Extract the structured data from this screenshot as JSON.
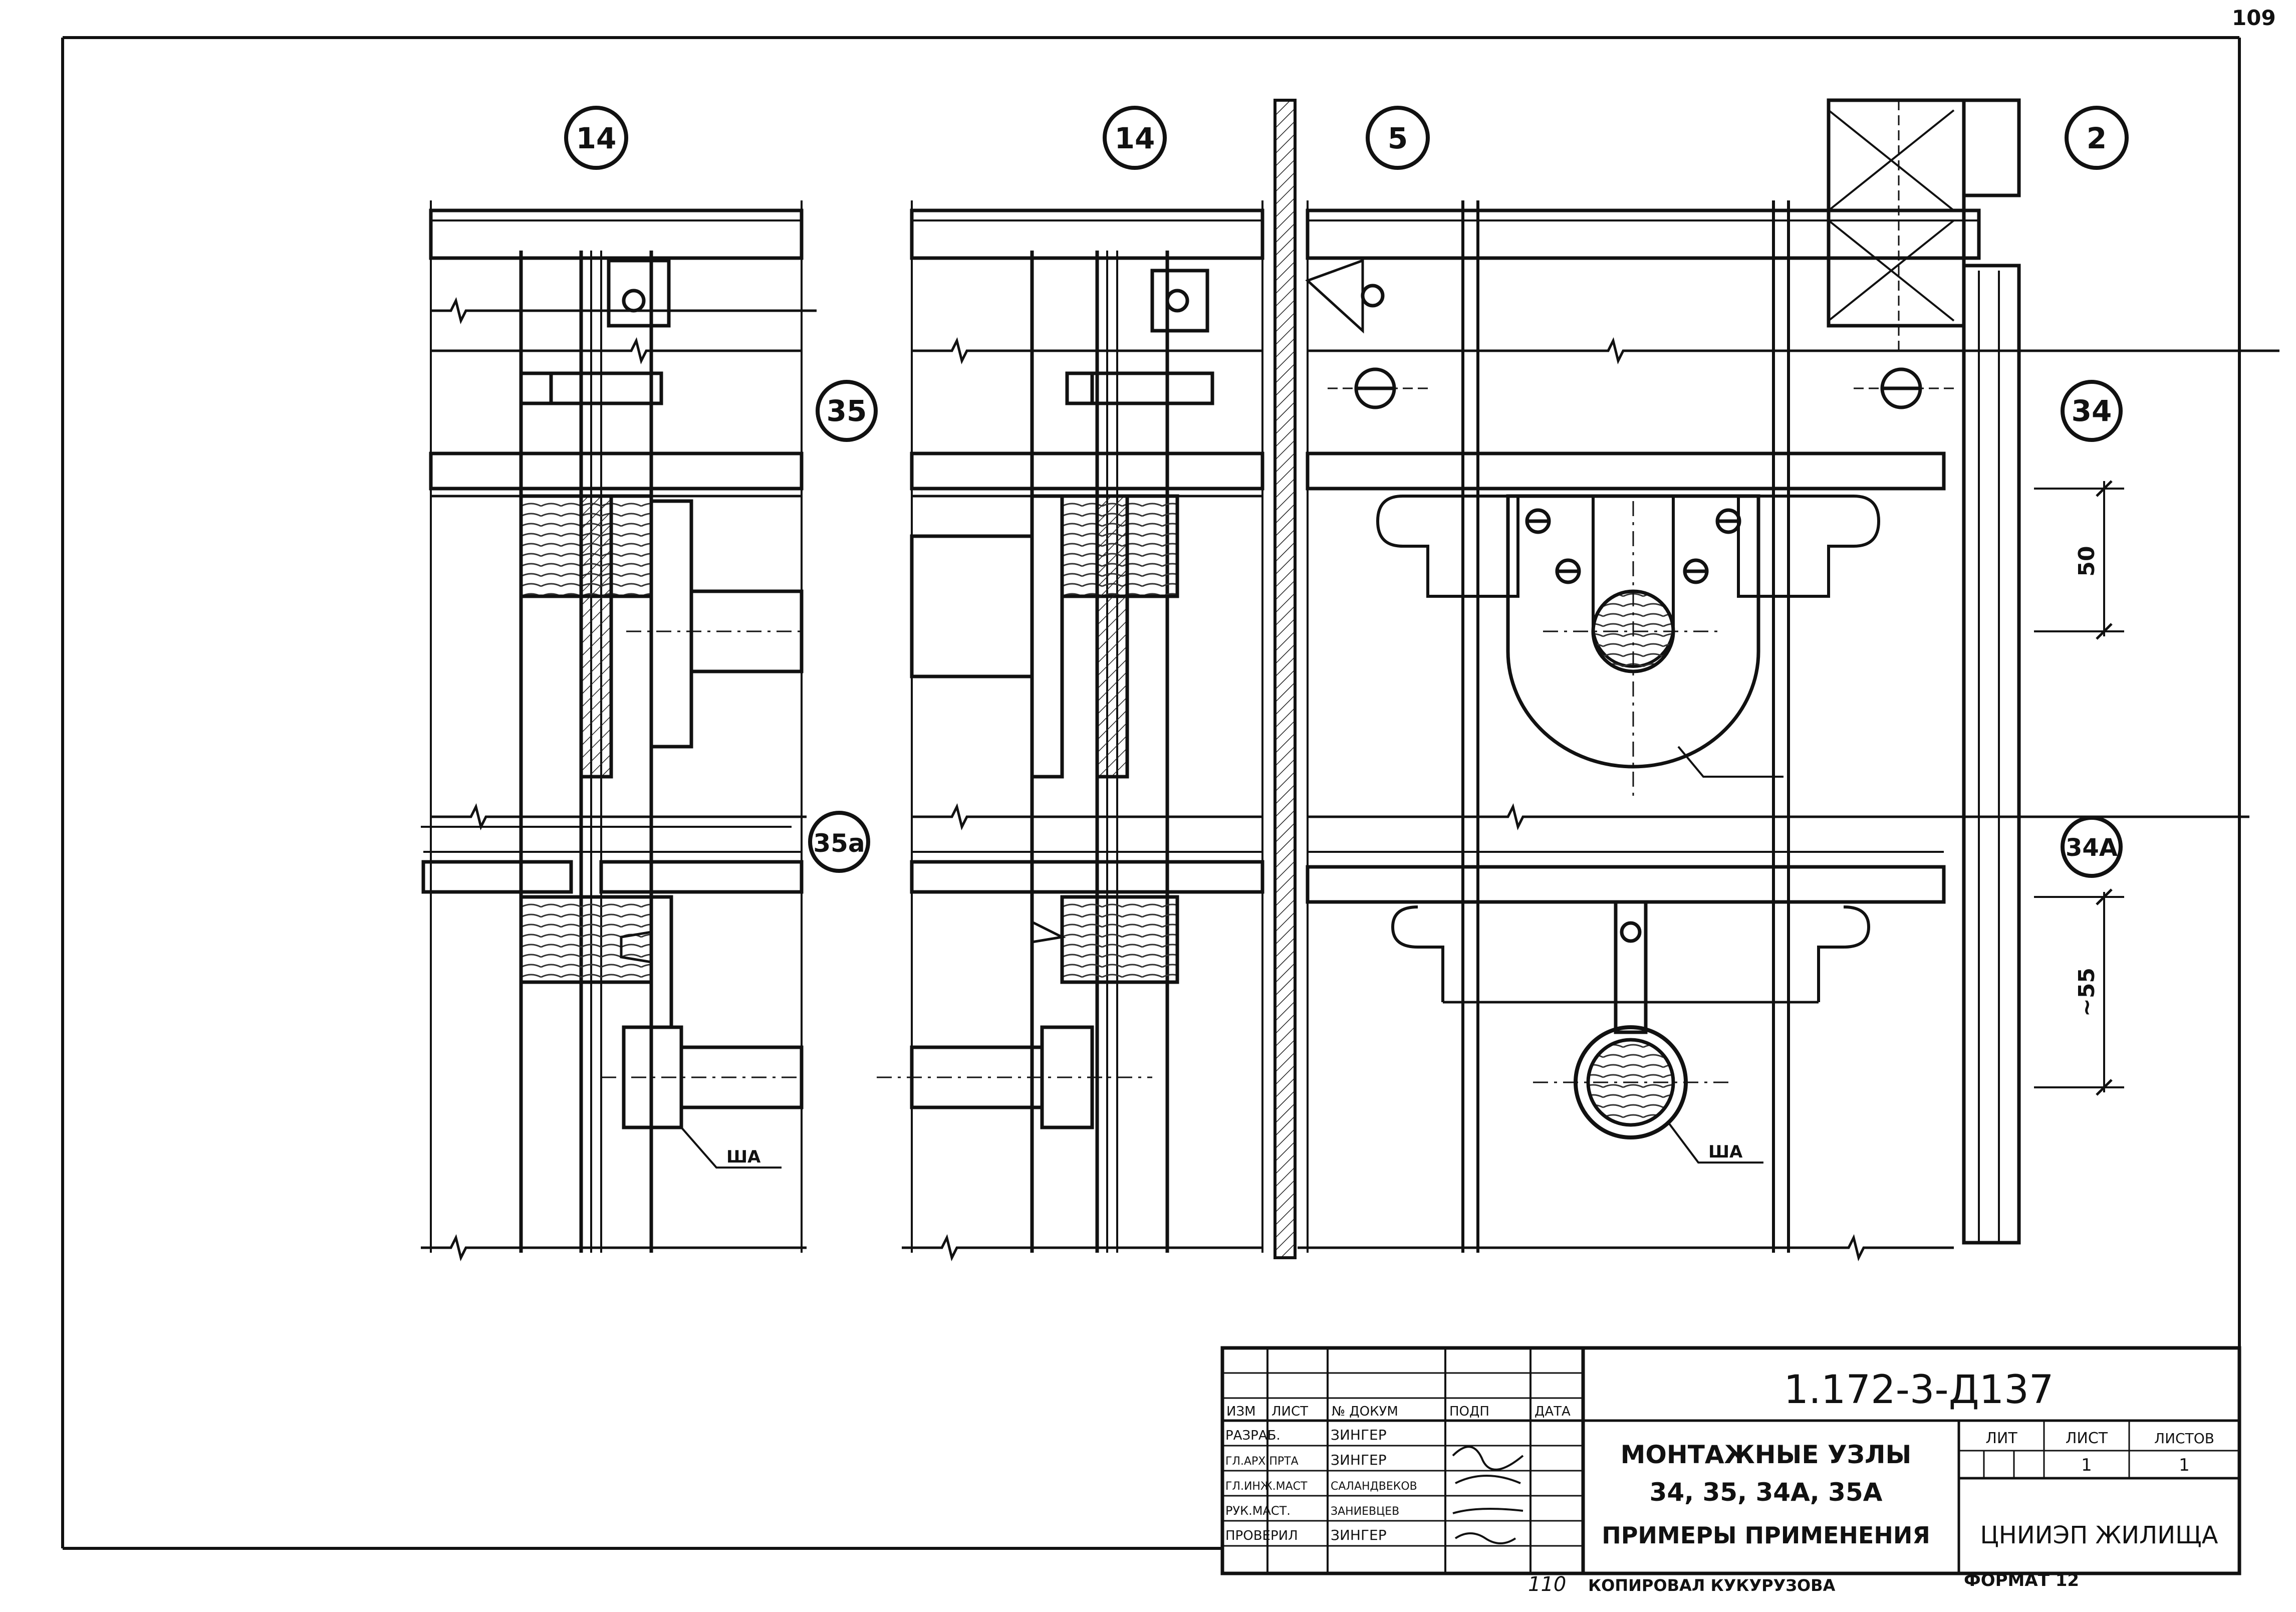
{
  "page_number": "109",
  "callouts": {
    "c14_left": "14",
    "c14_mid": "14",
    "c5": "5",
    "c2": "2",
    "c35": "35",
    "c35a": "35а",
    "c34": "34",
    "c34a": "34А"
  },
  "dimensions": {
    "d50": "50",
    "d55": "~55"
  },
  "leader_labels": {
    "sha_left": "ША",
    "sha_right": "ША"
  },
  "title_block": {
    "doc_code": "1.172-3-Д137",
    "title_line1": "МОНТАЖНЫЕ УЗЛЫ",
    "title_line2": "34, 35, 34А, 35А",
    "title_line3": "ПРИМЕРЫ ПРИМЕНЕНИЯ",
    "header_izm": "ИЗМ",
    "header_list": "ЛИСТ",
    "header_ndoc": "№ ДОКУМ",
    "header_podp": "ПОДП",
    "header_data": "ДАТА",
    "role1": "РАЗРАБ.",
    "name1": "ЗИНГЕР",
    "role2": "ГЛ.АРХ.ПРТА",
    "name2": "ЗИНГЕР",
    "role3": "ГЛ.ИНЖ.МАСТ",
    "name3": "САЛАНДВЕКОВ",
    "role4": "РУК.МАСТ.",
    "name4": "ЗАНИЕВЦЕВ",
    "role5": "ПРОВЕРИЛ",
    "name5": "ЗИНГЕР",
    "lit_label": "ЛИТ",
    "sheet_label": "ЛИСТ",
    "sheets_label": "ЛИСТОВ",
    "sheet_value": "1",
    "sheets_value": "1",
    "org": "ЦНИИЭП ЖИЛИЩА"
  },
  "footer": {
    "copy_number": "110",
    "copied_by": "КОПИРОВАЛ КУКУРУЗОВА",
    "format": "ФОРМАТ 12"
  }
}
